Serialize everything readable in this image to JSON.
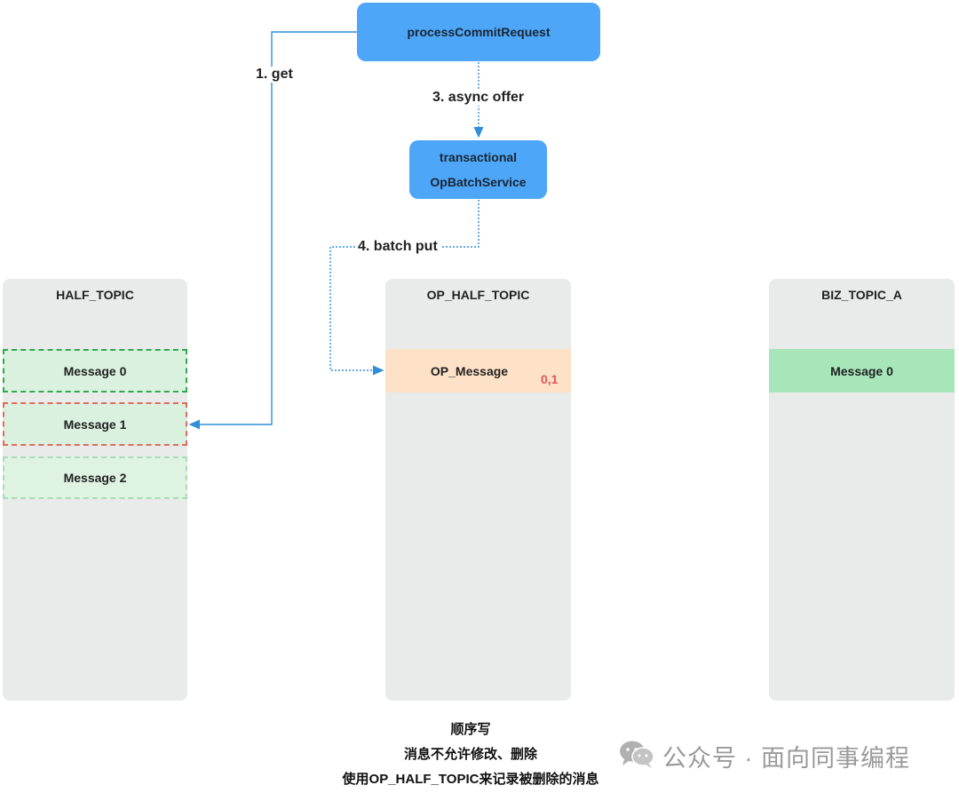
{
  "nodes": {
    "process_commit": "processCommitRequest",
    "op_batch_line1": "transactional",
    "op_batch_line2": "OpBatchService"
  },
  "edges": {
    "get": "1. get",
    "async_offer": "3. async offer",
    "batch_put": "4. batch put"
  },
  "topics": {
    "half": {
      "title": "HALF_TOPIC",
      "messages": [
        "Message 0",
        "Message 1",
        "Message 2"
      ]
    },
    "op_half": {
      "title": "OP_HALF_TOPIC",
      "message": "OP_Message",
      "offsets": "0,1"
    },
    "biz": {
      "title": "BIZ_TOPIC_A",
      "message": "Message 0"
    }
  },
  "caption": {
    "line1": "顺序写",
    "line2": "消息不允许修改、删除",
    "line3": "使用OP_HALF_TOPIC来记录被删除的消息"
  },
  "watermark": {
    "text": "公众号 · 面向同事编程",
    "icon": "wechat-icon"
  },
  "colors": {
    "node_blue": "#4da6f7",
    "lane_gray": "#e9eaea",
    "message_green": "#d9f1de",
    "biz_green": "#a6e6b9",
    "op_peach": "#fde2c8",
    "offset_red": "#e05555",
    "arrow_blue": "#2f8fd8"
  }
}
